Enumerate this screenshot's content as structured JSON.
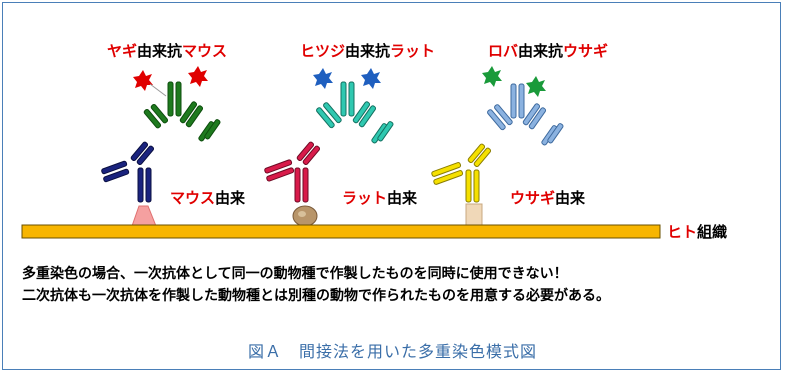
{
  "colors": {
    "frame_border": "#4a7fb8",
    "caption": "#3a6ea8",
    "highlight_red": "#e00000",
    "tissue_fill": "#f7b500",
    "mouse_secondary": "#1e7a1e",
    "rat_secondary": "#2fc8b0",
    "rabbit_secondary": "#8bb2e0",
    "mouse_primary": "#1a237e",
    "rat_primary": "#d81b4a",
    "rabbit_primary": "#f5e000",
    "label_red_star": "#e00000",
    "label_blue_star": "#1f5fbf",
    "label_green_star": "#1a9a3a"
  },
  "secondary_labels": [
    {
      "host": "ヤギ",
      "mid": "由来抗",
      "target": "マウス"
    },
    {
      "host": "ヒツジ",
      "mid": "由来抗",
      "target": "ラット"
    },
    {
      "host": "ロバ",
      "mid": "由来抗",
      "target": "ウサギ"
    }
  ],
  "primary_labels": [
    {
      "species": "マウス",
      "suffix": "由来"
    },
    {
      "species": "ラット",
      "suffix": "由来"
    },
    {
      "species": "ウサギ",
      "suffix": "由来"
    }
  ],
  "tissue_label": {
    "red": "ヒト",
    "black": "組織"
  },
  "notes": [
    "多重染色の場合、一次抗体として同一の動物種で作製したものを同時に使用できない！",
    "二次抗体も一次抗体を作製した動物種とは別種の動物で作られたものを用意する必要がある。"
  ],
  "caption": "図Ａ　間接法を用いた多重染色模式図"
}
